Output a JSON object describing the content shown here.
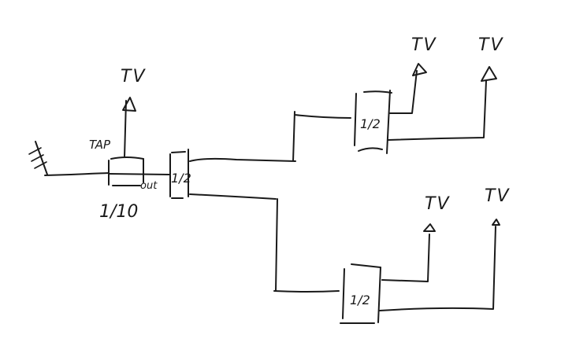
{
  "diagram": {
    "type": "hand-drawn antenna distribution schematic",
    "ink_color": "#1a1a1a",
    "background": "#ffffff",
    "antenna": {
      "icon": "antenna-icon"
    },
    "tap": {
      "label": "TAP",
      "output_label": "out",
      "ratio_label": "1/10",
      "tap_output": {
        "label": "TV",
        "icon": "arrow-up-icon"
      }
    },
    "main_splitter": {
      "label": "1/2"
    },
    "upper_splitter": {
      "label": "1/2",
      "outputs": [
        {
          "label": "TV",
          "icon": "arrow-up-icon"
        },
        {
          "label": "TV",
          "icon": "arrow-up-icon"
        }
      ]
    },
    "lower_splitter": {
      "label": "1/2",
      "outputs": [
        {
          "label": "TV",
          "icon": "arrow-up-icon"
        },
        {
          "label": "TV",
          "icon": "arrow-up-icon"
        }
      ]
    }
  }
}
